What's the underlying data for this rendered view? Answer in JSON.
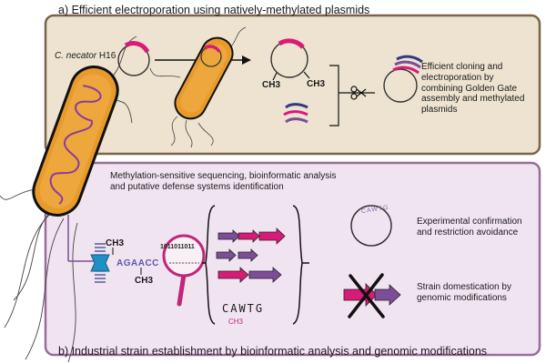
{
  "panel_a": {
    "title": "a) Efficient electroporation using natively-methylated plasmids",
    "strain_species": "C. necator",
    "strain_id": " H16",
    "methyl_label_1": "CH3",
    "methyl_label_2": "CH3",
    "caption": "Efficient cloning and electroporation by combining Golden Gate assembly and methylated plasmids"
  },
  "panel_b": {
    "title": "b) Industrial strain establishment by bioinformatic analysis and genomic modifications",
    "analysis_caption": "Methylation-sensitive sequencing, bioinformatic analysis and putative defense systems identification",
    "methyl_label_top": "CH3",
    "methyl_label_bottom": "CH3",
    "dna_sequence": "AGAACC",
    "binary_readout": "1011011011",
    "motif": "CAWTG",
    "motif_methyl": "CH3",
    "plasmid_motif": "CAWTG",
    "confirmation_caption": "Experimental confirmation and restriction avoidance",
    "domestication_caption": "Strain domestication by genomic modifications"
  },
  "colors": {
    "panel_a_fill": "#ede3d0",
    "panel_a_border": "#7a6448",
    "panel_b_fill": "#f1e4f1",
    "panel_b_border": "#9b6a9b",
    "magenta": "#d81b78",
    "purple": "#7d4d98",
    "navy": "#2e3a86",
    "cell_orange": "#e89a2b",
    "cell_inner": "#8b3a9b"
  },
  "icons": [
    "bacterium-cell-icon",
    "plasmid-icon",
    "scissors-icon",
    "magnifier-icon",
    "dna-methyltransferase-icon",
    "gene-arrow-icon",
    "cross-out-icon"
  ]
}
